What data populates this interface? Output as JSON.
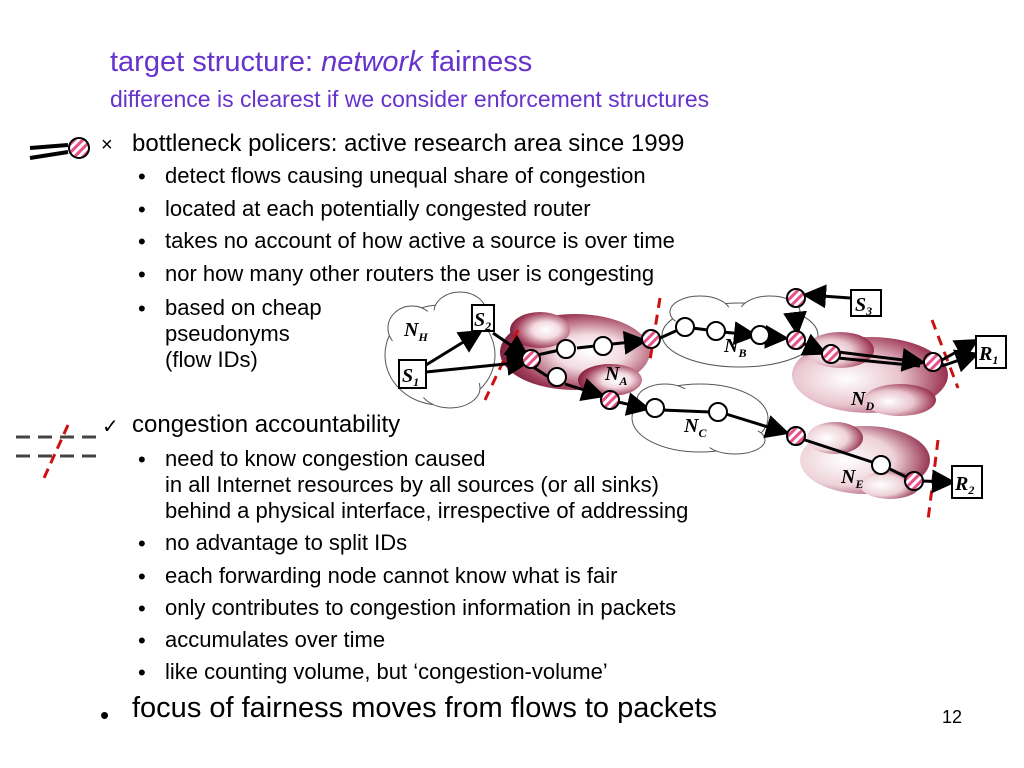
{
  "title": {
    "prefix": "target structure:",
    "emphasis": "network",
    "suffix": "fairness",
    "subtitle": "difference is clearest if we consider enforcement structures"
  },
  "section1": {
    "marker_icon": "cross-icon",
    "marker": "×",
    "heading": "bottleneck policers: active research area since 1999",
    "bullets": [
      "detect flows causing unequal share of congestion",
      "located at each potentially congested router",
      "takes no account of how active a source is over time",
      "nor how many other routers the user is congesting"
    ],
    "last_bullet_lines": [
      "based on cheap",
      "pseudonyms",
      "(flow IDs)"
    ]
  },
  "section2": {
    "marker_icon": "checkmark-icon",
    "marker": "✓",
    "heading": "congestion accountability",
    "first_bullet_lines": [
      "need to know congestion caused",
      "in all Internet resources by all sources (or all sinks)",
      "behind a physical interface, irrespective of addressing"
    ],
    "bullets": [
      "no advantage to split IDs",
      "each forwarding node cannot know what is fair",
      "only contributes to congestion information in packets",
      "accumulates over time",
      "like counting volume, but ‘congestion-volume’"
    ]
  },
  "bullet_char": "•",
  "focus": "focus of fairness moves from flows to packets",
  "page_number": "12",
  "diagram": {
    "nodes": {
      "S2": {
        "main": "S",
        "sub": "2"
      },
      "S1": {
        "main": "S",
        "sub": "1"
      },
      "S3": {
        "main": "S",
        "sub": "3"
      },
      "R1": {
        "main": "R",
        "sub": "1"
      },
      "R2": {
        "main": "R",
        "sub": "2"
      }
    },
    "networks": {
      "NH": {
        "main": "N",
        "sub": "H"
      },
      "NA": {
        "main": "N",
        "sub": "A"
      },
      "NB": {
        "main": "N",
        "sub": "B"
      },
      "NC": {
        "main": "N",
        "sub": "C"
      },
      "ND": {
        "main": "N",
        "sub": "D"
      },
      "NE": {
        "main": "N",
        "sub": "E"
      }
    }
  },
  "colors": {
    "title": "#6633cc",
    "policer_stripe": "#e8508a",
    "boundary_dash": "#cc1111",
    "network_dark": "#8a1c3a"
  }
}
